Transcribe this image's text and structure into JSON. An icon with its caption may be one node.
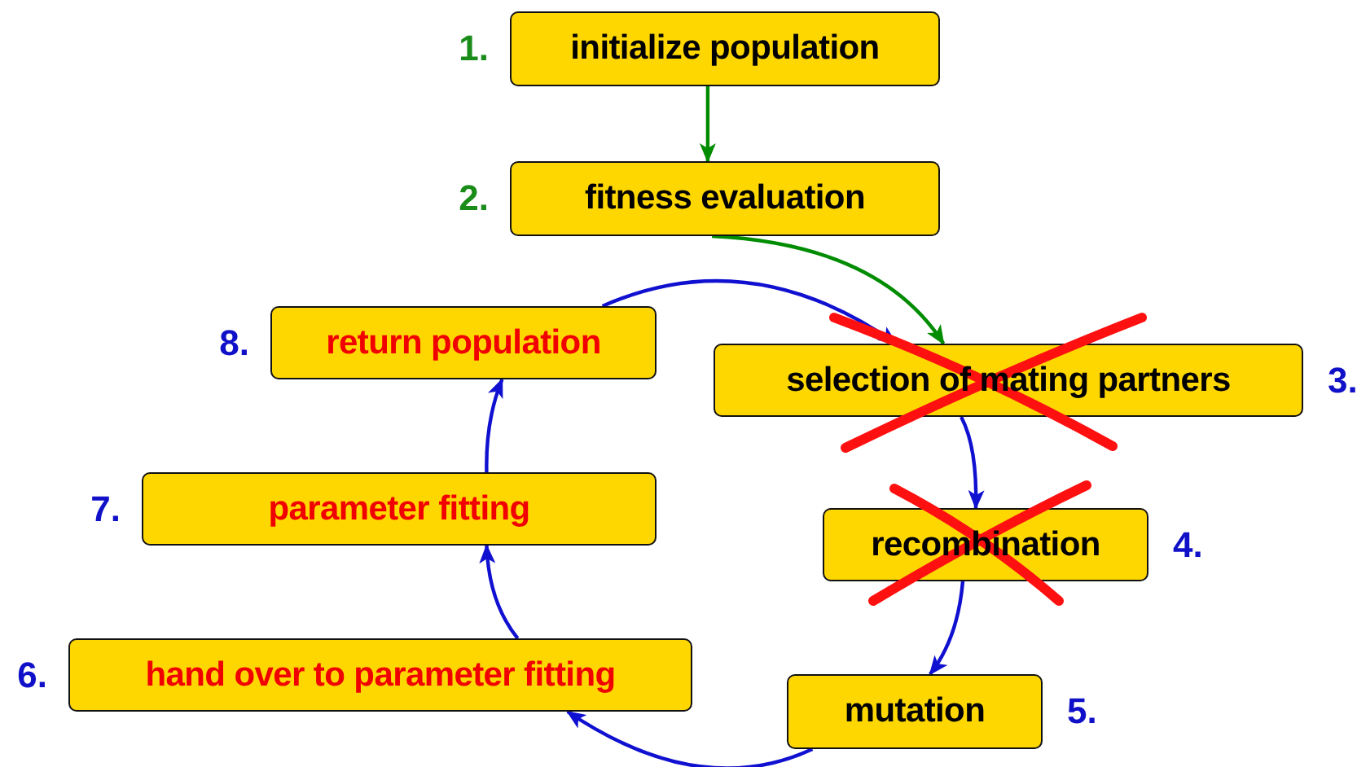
{
  "diagram": {
    "nodes": [
      {
        "text": [
          "initialize population"
        ],
        "beside": [
          "1."
        ]
      },
      {
        "text": [
          "fitness evaluation"
        ],
        "beside": [
          "2."
        ]
      },
      {
        "text": [
          "selection of mating partners"
        ],
        "beside": [
          "3."
        ]
      },
      {
        "text": [
          "recombination"
        ],
        "beside": [
          "4."
        ]
      },
      {
        "text": [
          "mutation"
        ],
        "beside": [
          "5."
        ]
      },
      {
        "text": [
          "hand over to parameter fitting"
        ],
        "beside": [
          "6."
        ]
      },
      {
        "text": [
          "parameter fitting"
        ],
        "beside": [
          "7."
        ]
      },
      {
        "text": [
          "return population"
        ],
        "beside": [
          "8."
        ]
      }
    ],
    "edges": [
      {
        "from": 0,
        "to": 1,
        "arrow": "to",
        "color": "#008c00"
      },
      {
        "from": 1,
        "to": 2,
        "arrow": "to",
        "color": "#008c00"
      },
      {
        "from": 2,
        "to": 3,
        "arrow": "to"
      },
      {
        "from": 3,
        "to": 4,
        "arrow": "to"
      },
      {
        "from": 4,
        "to": 5,
        "arrow": "to"
      },
      {
        "from": 5,
        "to": 6,
        "arrow": "to"
      },
      {
        "from": 6,
        "to": 7,
        "arrow": "to"
      },
      {
        "from": 7,
        "to": 2,
        "arrow": "to"
      }
    ]
  }
}
